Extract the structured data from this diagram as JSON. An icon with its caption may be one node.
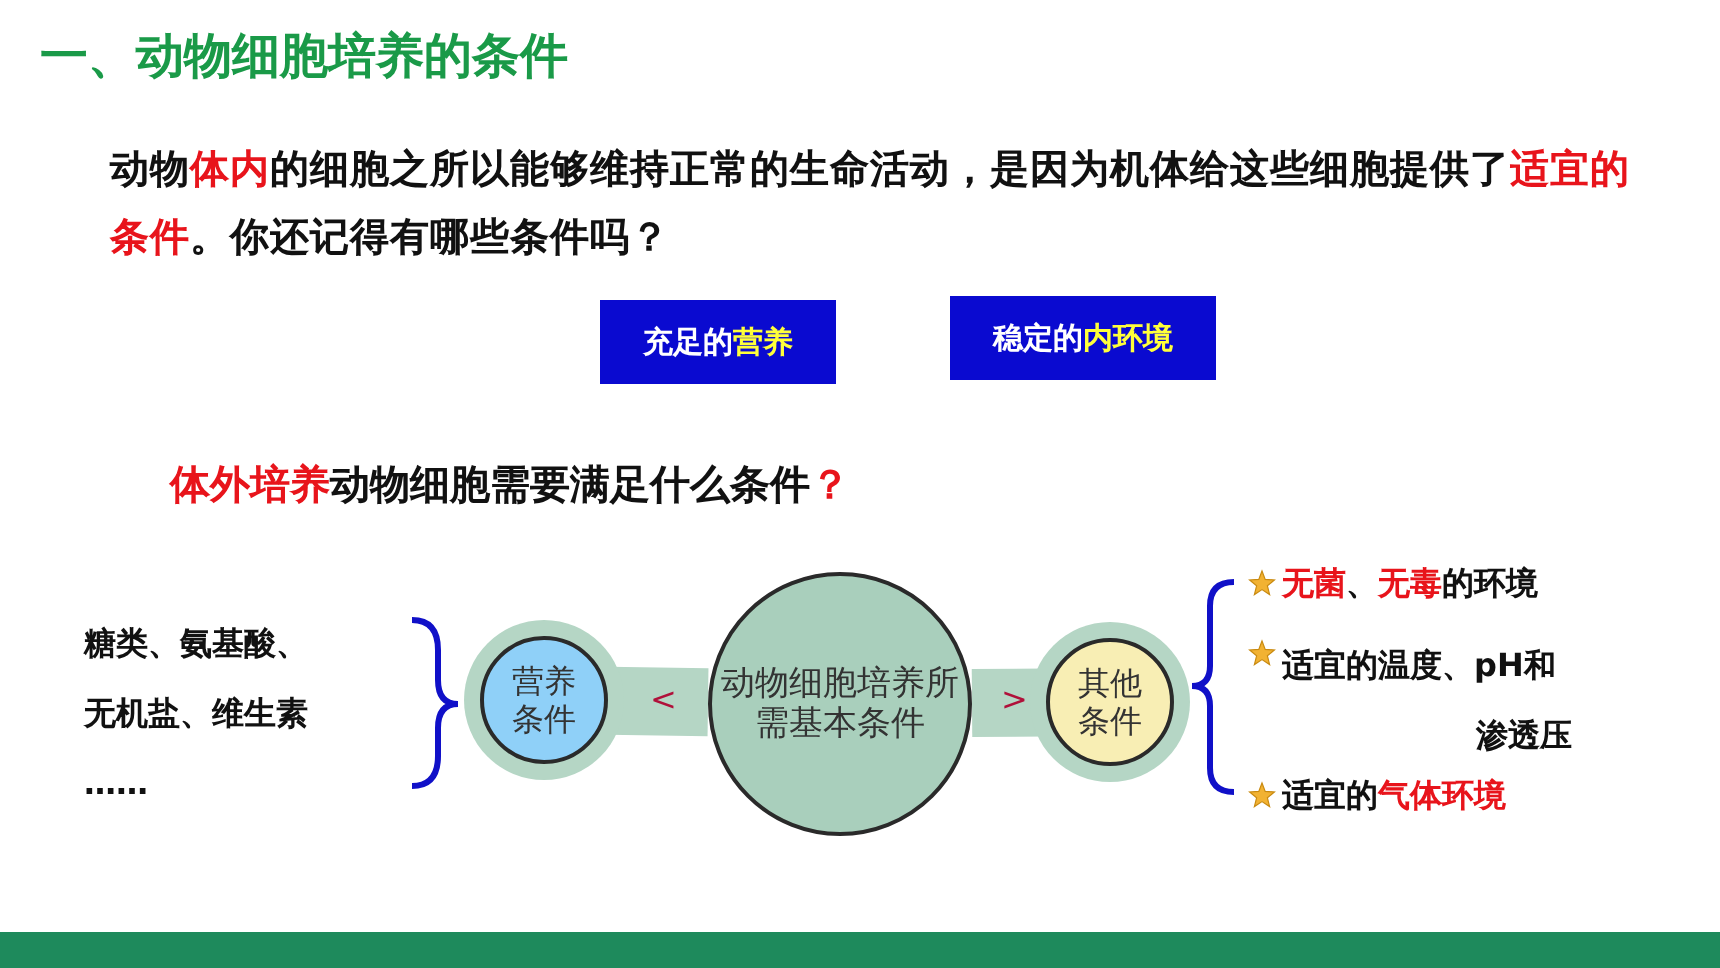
{
  "diagram": {
    "title": "一、动物细胞培养的条件",
    "nodes": [
      {
        "text": [
          "充足的**营养**"
        ]
      },
      {
        "text": [
          "稳定的**内环境**"
        ]
      },
      {
        "text": [
          "营养条件"
        ]
      },
      {
        "text": [
          "动物细胞培养所需基本条件"
        ]
      },
      {
        "text": [
          "其他条件"
        ]
      }
    ],
    "edges": [
      {
        "from": 3,
        "to": 2,
        "arrow": "none",
        "label": "<"
      },
      {
        "from": 3,
        "to": 4,
        "arrow": "none",
        "label": ">"
      }
    ],
    "labels": [
      "动物**体内**的细胞之所以能够维持正常的生命活动，是因为机体给这些细胞提供了**适宜的条件**。你还记得有哪些条件吗？",
      "**体外培养**动物细胞需要满足什么条件**？**",
      "糖类、氨基酸、",
      "无机盐、维生素",
      "……",
      "**无菌**、**无毒**的环境",
      "适宜的温度、pH和渗透压",
      "适宜的**气体环境**"
    ]
  }
}
